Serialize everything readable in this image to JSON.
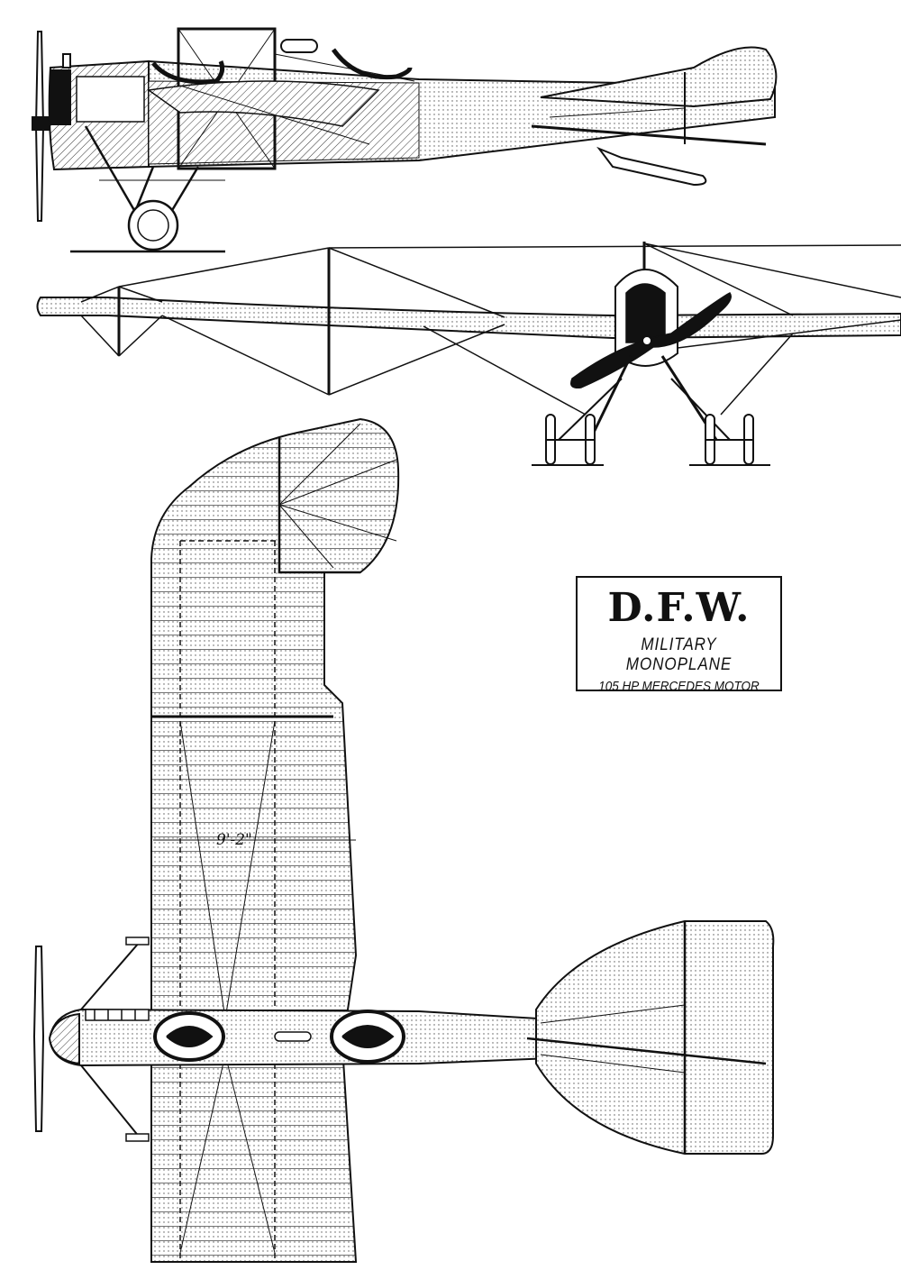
{
  "title_block": {
    "name": "D.F.W.",
    "line1": "MILITARY MONOPLANE",
    "line2": "105 HP MERCEDES MOTOR"
  },
  "dimension_label": "9'-2\"",
  "colors": {
    "ink": "#111111",
    "paper": "#ffffff",
    "fabric": "#e6e6e6"
  }
}
